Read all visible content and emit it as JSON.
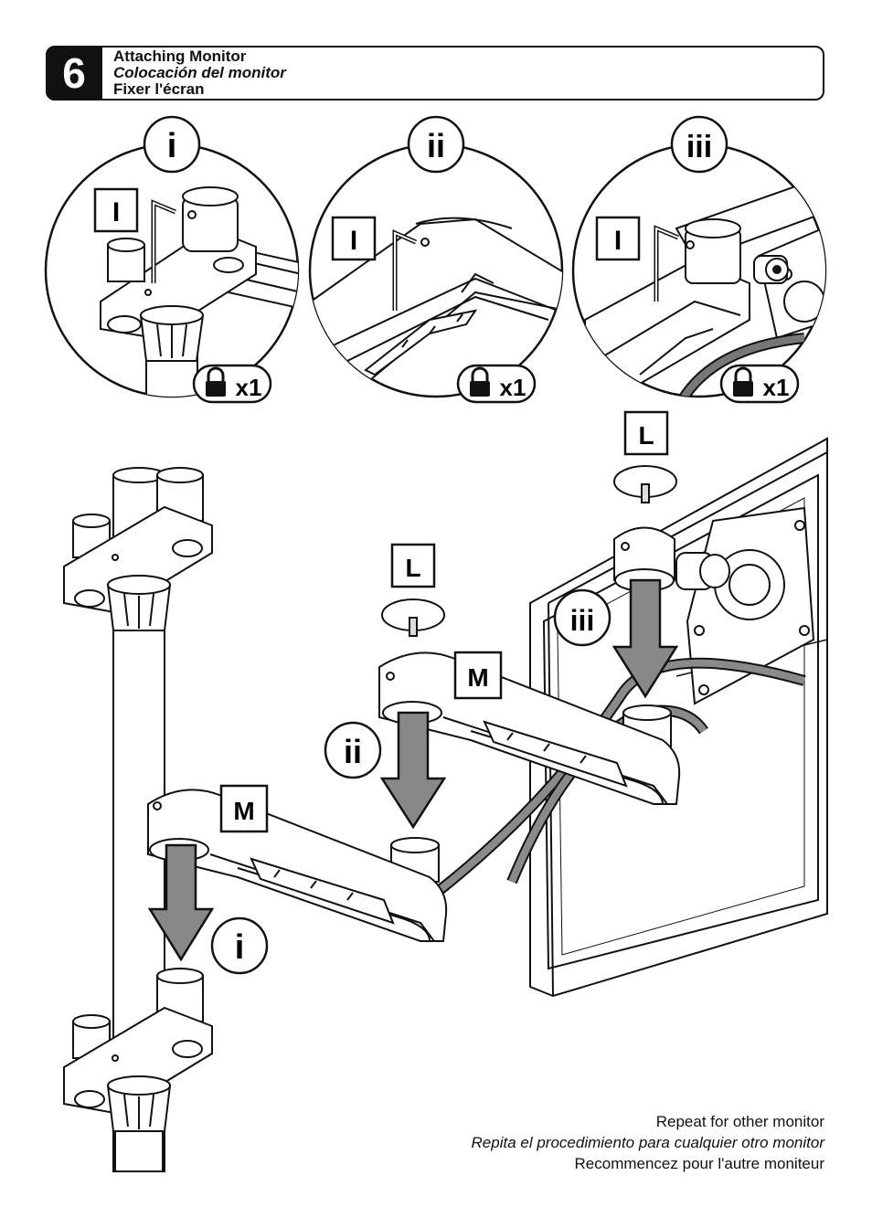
{
  "step": {
    "number": "6"
  },
  "title": {
    "en": "Attaching Monitor",
    "es": "Colocación del monitor",
    "fr": "Fixer l'écran"
  },
  "details": [
    {
      "roman": "i",
      "tool": "I",
      "lock_count": "x1"
    },
    {
      "roman": "ii",
      "tool": "I",
      "lock_count": "x1"
    },
    {
      "roman": "iii",
      "tool": "I",
      "lock_count": "x1"
    }
  ],
  "parts": {
    "M": "M",
    "L": "L"
  },
  "callouts": [
    "i",
    "ii",
    "iii"
  ],
  "footer": {
    "en": "Repeat for other monitor",
    "es": "Repita el procedimiento para cualquier otro monitor",
    "fr": "Recommencez pour l'autre moniteur"
  }
}
